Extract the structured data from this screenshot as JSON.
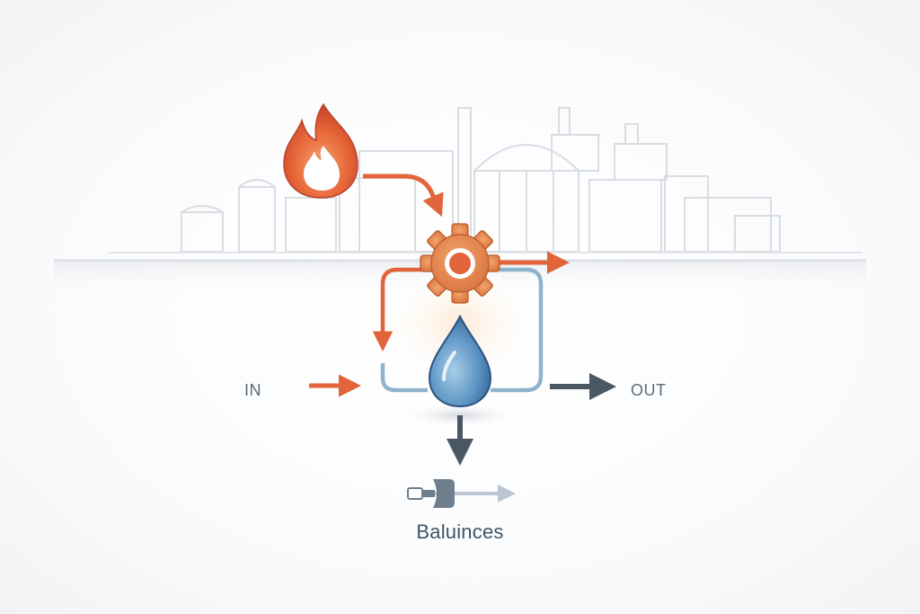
{
  "diagram": {
    "in_label": "IN",
    "out_label": "OUT",
    "caption": "Baluinces"
  },
  "icons": {
    "flame": "flame-icon",
    "gear": "gear-icon",
    "droplet": "water-drop-icon",
    "valve": "valve-icon"
  },
  "colors": {
    "heat_orange": "#e2643a",
    "cold_blue": "#8fb3cc",
    "dark_slate": "#4a5866",
    "drop_blue": "#4f86b5"
  }
}
